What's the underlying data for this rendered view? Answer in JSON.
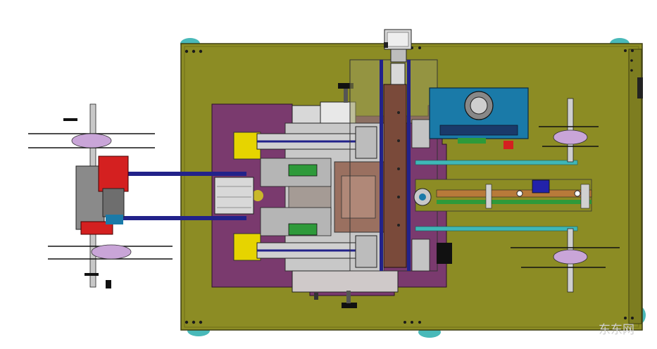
{
  "viewport": {
    "title": ""
  },
  "watermark": {
    "text": "东东网"
  },
  "colors": {
    "base_plate": "#8c8c24",
    "base_edge": "#4a4a10",
    "mount_plate": "#7a3a6e",
    "motor_red": "#d42020",
    "motor_blue": "#1a7aa8",
    "rail_blue": "#22228a",
    "belt_cyan": "#3fb7b7",
    "carriage_brown": "#7a4a3a",
    "clamp_yellow": "#e6d400",
    "spool_pink": "#c9a5d8",
    "steel_grey": "#bdbdbd",
    "caster_teal": "#49b9b9"
  },
  "parts": [
    {
      "id": "base-plate",
      "icon": "machine-base-plate"
    },
    {
      "id": "stepper-motor-top",
      "icon": "stepper-motor-icon"
    },
    {
      "id": "gear-motor-left",
      "icon": "gear-motor-icon"
    },
    {
      "id": "servo-drive-box",
      "icon": "servo-motor-icon"
    },
    {
      "id": "spool-assembly",
      "icon": "spool-icon"
    },
    {
      "id": "linear-rail",
      "icon": "linear-rail-icon"
    },
    {
      "id": "caster-wheel",
      "icon": "caster-wheel-icon"
    }
  ]
}
